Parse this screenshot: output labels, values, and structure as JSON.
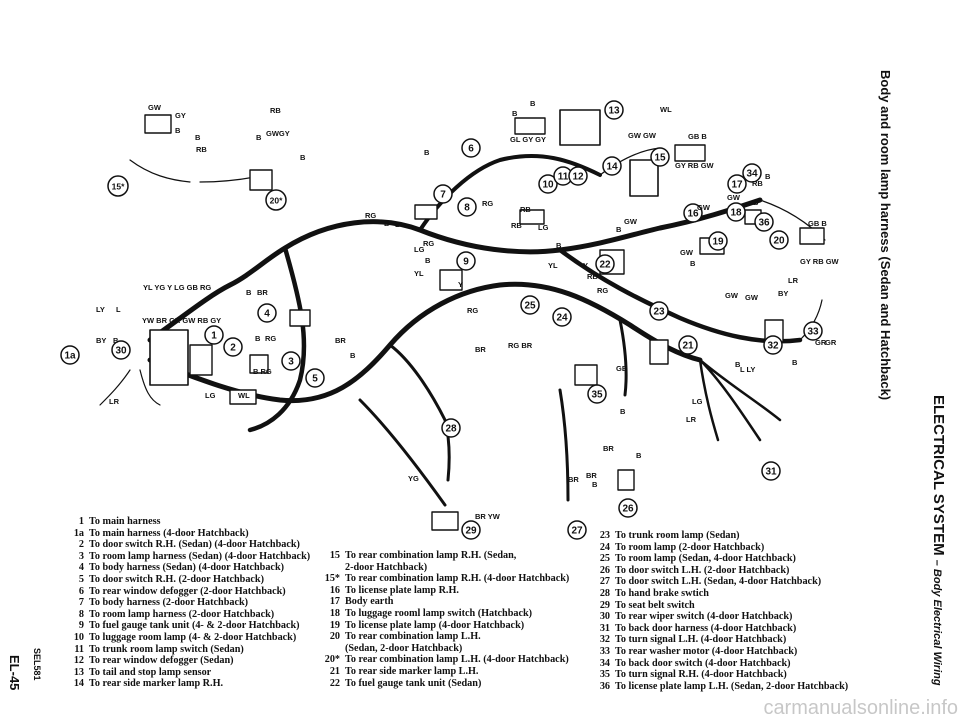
{
  "page": {
    "side_title": "Body and room lamp harness (Sedan and Hatchback)",
    "section_title": "ELECTRICAL SYSTEM",
    "section_subtitle": "– Body Electrical Wiring",
    "page_number": "EL-45",
    "manual_code": "SEL581",
    "watermark": "carmanualsonline.info"
  },
  "legend": {
    "col1": [
      {
        "num": "1",
        "text": "To main harness"
      },
      {
        "num": "1a",
        "text": "To main harness (4-door Hatchback)"
      },
      {
        "num": "2",
        "text": "To door switch R.H. (Sedan) (4-door Hatchback)"
      },
      {
        "num": "3",
        "text": "To room lamp harness (Sedan) (4-door Hatchback)"
      },
      {
        "num": "4",
        "text": "To body harness (Sedan) (4-door Hatchback)"
      },
      {
        "num": "5",
        "text": "To door switch R.H. (2-door Hatchback)"
      },
      {
        "num": "6",
        "text": "To rear window defogger (2-door Hatchback)"
      },
      {
        "num": "7",
        "text": "To body harness (2-door Hatchback)"
      },
      {
        "num": "8",
        "text": "To room lamp harness (2-door Hatchback)"
      },
      {
        "num": "9",
        "text": "To fuel gauge tank unit (4- & 2-door Hatchback)"
      },
      {
        "num": "10",
        "text": "To luggage room lamp (4- & 2-door Hatchback)"
      },
      {
        "num": "11",
        "text": "To trunk room lamp switch (Sedan)"
      },
      {
        "num": "12",
        "text": "To rear window defogger (Sedan)"
      },
      {
        "num": "13",
        "text": "To tail and stop lamp sensor"
      },
      {
        "num": "14",
        "text": "To rear side marker lamp R.H."
      }
    ],
    "col2": [
      {
        "num": "15",
        "text": "To rear combination lamp R.H. (Sedan,",
        "cont": "2-door Hatchback)"
      },
      {
        "num": "15*",
        "text": "To rear combination lamp R.H. (4-door Hatchback)"
      },
      {
        "num": "16",
        "text": "To license plate lamp R.H."
      },
      {
        "num": "17",
        "text": "Body earth"
      },
      {
        "num": "18",
        "text": "To luggage rooml lamp switch (Hatchback)"
      },
      {
        "num": "19",
        "text": "To license plate lamp (4-door Hatchback)"
      },
      {
        "num": "20",
        "text": "To rear combination lamp L.H.",
        "cont": "(Sedan, 2-door Hatchback)"
      },
      {
        "num": "20*",
        "text": "To rear combination lamp L.H. (4-door Hatchback)"
      },
      {
        "num": "21",
        "text": "To rear side marker lamp L.H."
      },
      {
        "num": "22",
        "text": "To fuel gauge tank unit (Sedan)"
      }
    ],
    "col3": [
      {
        "num": "23",
        "text": "To trunk room lamp (Sedan)"
      },
      {
        "num": "24",
        "text": "To room lamp (2-door Hatchback)"
      },
      {
        "num": "25",
        "text": "To room lamp (Sedan, 4-door Hatchback)"
      },
      {
        "num": "26",
        "text": "To door switch L.H. (2-door Hatchback)"
      },
      {
        "num": "27",
        "text": "To door switch L.H. (Sedan, 4-door Hatchback)"
      },
      {
        "num": "28",
        "text": "To hand brake swtich"
      },
      {
        "num": "29",
        "text": "To seat belt switch"
      },
      {
        "num": "30",
        "text": "To rear wiper switch (4-door Hatchback)"
      },
      {
        "num": "31",
        "text": "To back door harness (4-door Hatchback)"
      },
      {
        "num": "32",
        "text": "To turn signal L.H. (4-door Hatchback)"
      },
      {
        "num": "33",
        "text": "To rear washer motor (4-door Hatchback)"
      },
      {
        "num": "34",
        "text": "To back door switch (4-door Hatchback)"
      },
      {
        "num": "35",
        "text": "To turn signal R.H. (4-door Hatchback)"
      },
      {
        "num": "36",
        "text": "To license plate lamp L.H. (Sedan, 2-door Hatchback)"
      }
    ]
  },
  "callouts": [
    {
      "id": "c15s",
      "label": "15*"
    },
    {
      "id": "c20s",
      "label": "20*"
    },
    {
      "id": "c1",
      "label": "1"
    },
    {
      "id": "c1a",
      "label": "1a"
    },
    {
      "id": "c30",
      "label": "30"
    },
    {
      "id": "c2",
      "label": "2"
    },
    {
      "id": "c3",
      "label": "3"
    },
    {
      "id": "c4",
      "label": "4"
    },
    {
      "id": "c5",
      "label": "5"
    },
    {
      "id": "c6",
      "label": "6"
    },
    {
      "id": "c7",
      "label": "7"
    },
    {
      "id": "c8",
      "label": "8"
    },
    {
      "id": "c9",
      "label": "9"
    },
    {
      "id": "c10",
      "label": "10"
    },
    {
      "id": "c11",
      "label": "11"
    },
    {
      "id": "c12",
      "label": "12"
    },
    {
      "id": "c13",
      "label": "13"
    },
    {
      "id": "c14",
      "label": "14"
    },
    {
      "id": "c15",
      "label": "15"
    },
    {
      "id": "c16",
      "label": "16"
    },
    {
      "id": "c17",
      "label": "17"
    },
    {
      "id": "c18",
      "label": "18"
    },
    {
      "id": "c19",
      "label": "19"
    },
    {
      "id": "c20",
      "label": "20"
    },
    {
      "id": "c21",
      "label": "21"
    },
    {
      "id": "c22",
      "label": "22"
    },
    {
      "id": "c23",
      "label": "23"
    },
    {
      "id": "c24",
      "label": "24"
    },
    {
      "id": "c25",
      "label": "25"
    },
    {
      "id": "c26",
      "label": "26"
    },
    {
      "id": "c27",
      "label": "27"
    },
    {
      "id": "c28",
      "label": "28"
    },
    {
      "id": "c29",
      "label": "29"
    },
    {
      "id": "c31",
      "label": "31"
    },
    {
      "id": "c32",
      "label": "32"
    },
    {
      "id": "c33",
      "label": "33"
    },
    {
      "id": "c34",
      "label": "34"
    },
    {
      "id": "c35",
      "label": "35"
    },
    {
      "id": "c36",
      "label": "36"
    }
  ],
  "wire_labels": [
    {
      "id": "w1",
      "text": "GW"
    },
    {
      "id": "w2",
      "text": "GY"
    },
    {
      "id": "w3",
      "text": "B"
    },
    {
      "id": "w4",
      "text": "B"
    },
    {
      "id": "w5",
      "text": "RB"
    },
    {
      "id": "w6",
      "text": "RB"
    },
    {
      "id": "w7",
      "text": "B"
    },
    {
      "id": "w8",
      "text": "GWGY"
    },
    {
      "id": "w9",
      "text": "B"
    },
    {
      "id": "w10",
      "text": "B"
    },
    {
      "id": "w11",
      "text": "GL GY GY"
    },
    {
      "id": "w12",
      "text": "WL"
    },
    {
      "id": "w13",
      "text": "GW GW"
    },
    {
      "id": "w14",
      "text": "GB B"
    },
    {
      "id": "w15",
      "text": "GY RB GW"
    },
    {
      "id": "w16",
      "text": "RB"
    },
    {
      "id": "w17",
      "text": "B"
    },
    {
      "id": "w18",
      "text": "GW"
    },
    {
      "id": "w19",
      "text": "GW"
    },
    {
      "id": "w20",
      "text": "B"
    },
    {
      "id": "w21",
      "text": "GB B"
    },
    {
      "id": "w22",
      "text": "GY RB GW"
    },
    {
      "id": "w23",
      "text": "LR"
    },
    {
      "id": "w24",
      "text": "BY"
    },
    {
      "id": "w25",
      "text": "GW"
    },
    {
      "id": "w26",
      "text": "GR"
    },
    {
      "id": "w27",
      "text": "B"
    },
    {
      "id": "w28",
      "text": "B"
    },
    {
      "id": "w29",
      "text": "L LY"
    },
    {
      "id": "w30",
      "text": "LG"
    },
    {
      "id": "w31",
      "text": "LR"
    },
    {
      "id": "w32",
      "text": "GB"
    },
    {
      "id": "w33",
      "text": "B"
    },
    {
      "id": "w34",
      "text": "BR"
    },
    {
      "id": "w35",
      "text": "B"
    },
    {
      "id": "w36",
      "text": "BR"
    },
    {
      "id": "w37",
      "text": "B"
    },
    {
      "id": "w38",
      "text": "YG"
    },
    {
      "id": "w39",
      "text": "BR YW"
    },
    {
      "id": "w40",
      "text": "YL YG Y LG GB RG"
    },
    {
      "id": "w41",
      "text": "YW BR GR GW RB GY"
    },
    {
      "id": "w42",
      "text": "LY"
    },
    {
      "id": "w43",
      "text": "L"
    },
    {
      "id": "w44",
      "text": "BY"
    },
    {
      "id": "w45",
      "text": "B"
    },
    {
      "id": "w46",
      "text": "LR"
    },
    {
      "id": "w47",
      "text": "LG"
    },
    {
      "id": "w48",
      "text": "WL"
    },
    {
      "id": "w49",
      "text": "B"
    },
    {
      "id": "w50",
      "text": "BR"
    },
    {
      "id": "w51",
      "text": "B"
    },
    {
      "id": "w52",
      "text": "RG"
    },
    {
      "id": "w53",
      "text": "B RG"
    },
    {
      "id": "w54",
      "text": "BR"
    },
    {
      "id": "w55",
      "text": "B"
    },
    {
      "id": "w56",
      "text": "RG"
    },
    {
      "id": "w57",
      "text": "B"
    },
    {
      "id": "w58",
      "text": "B"
    },
    {
      "id": "w59",
      "text": "RG"
    },
    {
      "id": "w60",
      "text": "LG"
    },
    {
      "id": "w61",
      "text": "B"
    },
    {
      "id": "w62",
      "text": "YL"
    },
    {
      "id": "w63",
      "text": "Y"
    },
    {
      "id": "w64",
      "text": "RG"
    },
    {
      "id": "w65",
      "text": "RB"
    },
    {
      "id": "w66",
      "text": "RB"
    },
    {
      "id": "w67",
      "text": "LG"
    },
    {
      "id": "w68",
      "text": "B"
    },
    {
      "id": "w69",
      "text": "YL"
    },
    {
      "id": "w70",
      "text": "Y"
    },
    {
      "id": "w71",
      "text": "RB"
    },
    {
      "id": "w72",
      "text": "RG"
    },
    {
      "id": "w73",
      "text": "RG"
    },
    {
      "id": "w74",
      "text": "RG BR"
    },
    {
      "id": "w75",
      "text": "BR"
    },
    {
      "id": "w76",
      "text": "B"
    },
    {
      "id": "w77",
      "text": "B"
    },
    {
      "id": "w78",
      "text": "GW"
    },
    {
      "id": "w79",
      "text": "B"
    },
    {
      "id": "w80",
      "text": "GW"
    },
    {
      "id": "w81",
      "text": "B"
    },
    {
      "id": "w82",
      "text": "BR"
    },
    {
      "id": "w83",
      "text": "GW"
    },
    {
      "id": "w84",
      "text": "GR"
    }
  ]
}
